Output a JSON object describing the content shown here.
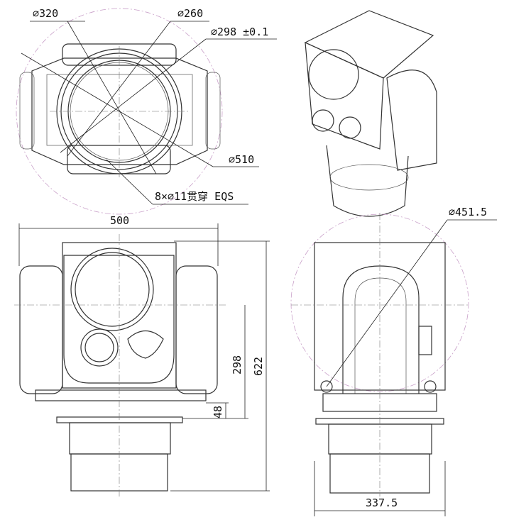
{
  "top_view": {
    "dim_320": "⌀320",
    "dim_260": "⌀260",
    "dim_298": "⌀298 ±0.1",
    "dim_510": "⌀510",
    "holes": "8×⌀11贯穿 EQS"
  },
  "front_view": {
    "width": "500",
    "dim_298": "298",
    "height": "622",
    "dim_48": "48"
  },
  "side_view": {
    "dim_451": "⌀451.5",
    "width": "337.5"
  },
  "colors": {
    "line": "#333333",
    "construction_circle": "#c9a0c9"
  }
}
